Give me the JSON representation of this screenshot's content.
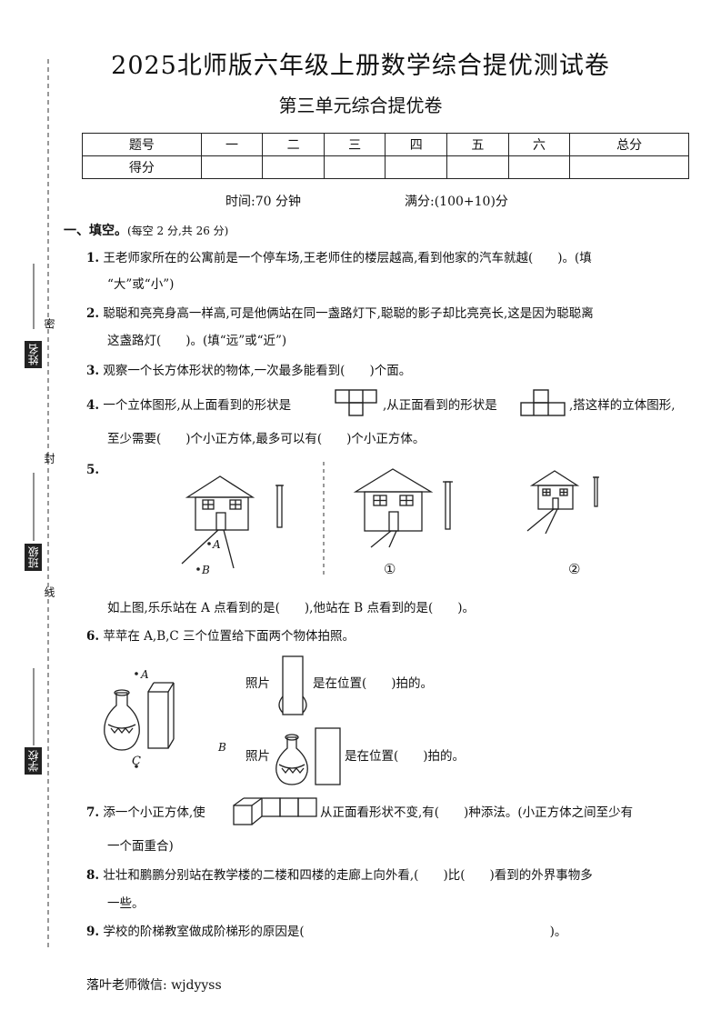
{
  "title": "2025北师版六年级上册数学综合提优测试卷",
  "subtitle": "第三单元综合提优卷",
  "score_table": {
    "header": [
      "题号",
      "一",
      "二",
      "三",
      "四",
      "五",
      "六",
      "总分"
    ],
    "row_label": "得分"
  },
  "time_label": "时间:70 分钟",
  "full_score_label": "满分:(100+10)分",
  "side": {
    "name": "姓名",
    "class": "班级",
    "school": "学校",
    "mi": "密",
    "feng": "封",
    "xian": "线"
  },
  "section1": {
    "title": "一、填空。",
    "note": "(每空 2 分,共 26 分)"
  },
  "questions": {
    "q1_num": "1.",
    "q1_line1": "王老师家所在的公寓前是一个停车场,王老师住的楼层越高,看到他家的汽车就越(　　)。(填",
    "q1_line2": "“大”或“小”)",
    "q2_num": "2.",
    "q2_line1": "聪聪和亮亮身高一样高,可是他俩站在同一盏路灯下,聪聪的影子却比亮亮长,这是因为聪聪离",
    "q2_line2": "这盏路灯(　　)。(填“远”或“近”)",
    "q3_num": "3.",
    "q3_line1": "观察一个长方体形状的物体,一次最多能看到(　　)个面。",
    "q4_num": "4.",
    "q4_part1": "一个立体图形,从上面看到的形状是",
    "q4_part2": ",从正面看到的形状是",
    "q4_part3": ",搭这样的立体图形,",
    "q4_line2": "至少需要(　　)个小正方体,最多可以有(　　)个小正方体。",
    "q5_num": "5.",
    "q5_label_a": "A",
    "q5_label_b": "B",
    "q5_circle1": "①",
    "q5_circle2": "②",
    "q5_line": "如上图,乐乐站在 A 点看到的是(　　),他站在 B 点看到的是(　　)。",
    "q6_num": "6.",
    "q6_line1": "苹苹在 A,B,C 三个位置给下面两个物体拍照。",
    "q6_label_a": "A",
    "q6_label_b": "B",
    "q6_label_c": "C",
    "q6_photo1_a": "照片",
    "q6_photo1_b": "是在位置(　　)拍的。",
    "q6_photo2_a": "照片",
    "q6_photo2_b": "是在位置(　　)拍的。",
    "q7_num": "7.",
    "q7_part1": "添一个小正方体,使",
    "q7_part2": "从正面看形状不变,有(　　)种添法。(小正方体之间至少有",
    "q7_line2": "一个面重合)",
    "q8_num": "8.",
    "q8_line1": "壮壮和鹏鹏分别站在教学楼的二楼和四楼的走廊上向外看,(　　)比(　　)看到的外界事物多",
    "q8_line2": "一些。",
    "q9_num": "9.",
    "q9_line1": "学校的阶梯教室做成阶梯形的原因是(　　　　　　　　　　　　　　　　　　　　)。"
  },
  "footer": "落叶老师微信: wjdyyss"
}
